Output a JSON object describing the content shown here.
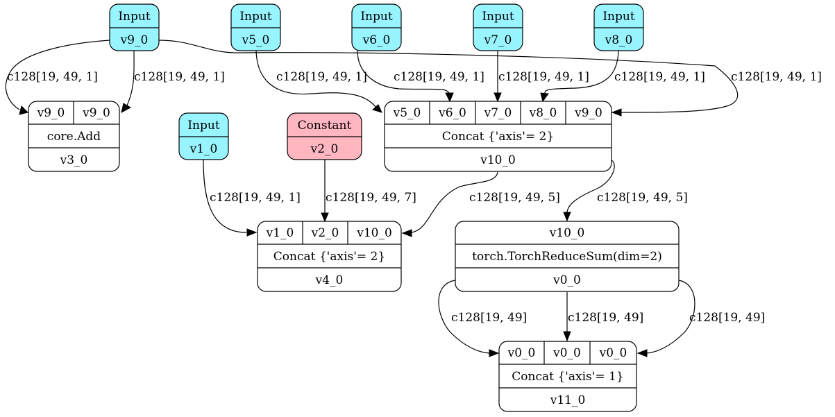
{
  "colors": {
    "input_fill": "#98f5ff",
    "constant_fill": "#ffb6c1",
    "op_fill": "#ffffff",
    "stroke": "#000000"
  },
  "nodes": {
    "input_v9": {
      "kind": "Input",
      "name": "v9_0"
    },
    "input_v5": {
      "kind": "Input",
      "name": "v5_0"
    },
    "input_v6": {
      "kind": "Input",
      "name": "v6_0"
    },
    "input_v7": {
      "kind": "Input",
      "name": "v7_0"
    },
    "input_v8": {
      "kind": "Input",
      "name": "v8_0"
    },
    "input_v1": {
      "kind": "Input",
      "name": "v1_0"
    },
    "constant_v2": {
      "kind": "Constant",
      "name": "v2_0"
    },
    "add_v3": {
      "ports": [
        "v9_0",
        "v9_0"
      ],
      "op": "core.Add",
      "out": "v3_0"
    },
    "concat_v10": {
      "ports": [
        "v5_0",
        "v6_0",
        "v7_0",
        "v8_0",
        "v9_0"
      ],
      "op": "Concat {'axis'= 2}",
      "out": "v10_0"
    },
    "concat_v4": {
      "ports": [
        "v1_0",
        "v2_0",
        "v10_0"
      ],
      "op": "Concat {'axis'= 2}",
      "out": "v4_0"
    },
    "reduce_v0": {
      "ports": [
        "v10_0"
      ],
      "op": "torch.TorchReduceSum(dim=2)",
      "out": "v0_0"
    },
    "concat_v11": {
      "ports": [
        "v0_0",
        "v0_0",
        "v0_0"
      ],
      "op": "Concat {'axis'= 1}",
      "out": "v11_0"
    }
  },
  "edges": {
    "v9_add_a": "c128[19, 49, 1]",
    "v9_add_b": "c128[19, 49, 1]",
    "v5_concat": "c128[19, 49, 1]",
    "v6_concat": "c128[19, 49, 1]",
    "v7_concat": "c128[19, 49, 1]",
    "v8_concat": "c128[19, 49, 1]",
    "v9_concat": "c128[19, 49, 1]",
    "v1_concat4": "c128[19, 49, 1]",
    "v2_concat4": "c128[19, 49, 7]",
    "v10_concat4": "c128[19, 49, 5]",
    "v10_reduce": "c128[19, 49, 5]",
    "v0_concat11_a": "c128[19, 49]",
    "v0_concat11_b": "c128[19, 49]",
    "v0_concat11_c": "c128[19, 49]"
  }
}
